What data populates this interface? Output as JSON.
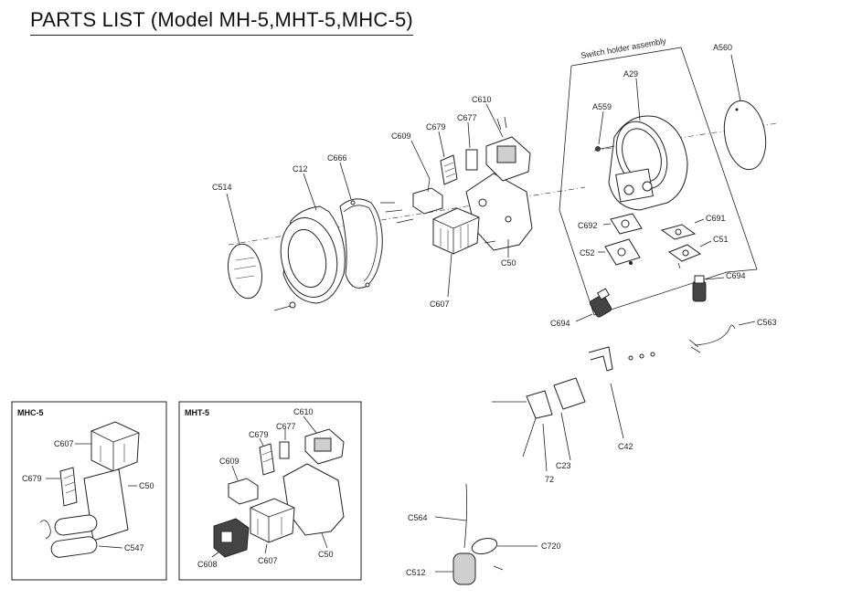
{
  "title": "PARTS LIST (Model MH-5,MHT-5,MHC-5)",
  "main": {
    "assembly_label": "Switch holder assembly",
    "parts": [
      "A560",
      "A29",
      "A559",
      "C610",
      "C677",
      "C679",
      "C609",
      "C666",
      "C12",
      "C514",
      "C691",
      "C692",
      "C51",
      "C52",
      "C694",
      "C694",
      "C50",
      "C607",
      "C563",
      "C42",
      "C23",
      "72",
      "C564",
      "C720",
      "C512"
    ]
  },
  "inset_mhc": {
    "title": "MHC-5",
    "parts": [
      "C607",
      "C679",
      "C50",
      "C547"
    ]
  },
  "inset_mht": {
    "title": "MHT-5",
    "parts": [
      "C610",
      "C679",
      "C677",
      "C609",
      "C608",
      "C607",
      "C50"
    ]
  }
}
